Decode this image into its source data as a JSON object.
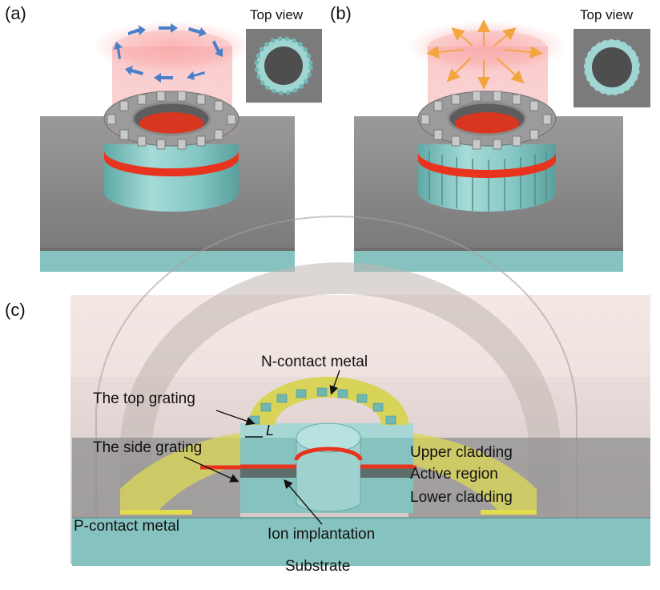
{
  "panel_a": {
    "label": "(a)",
    "inset_title": "Top view"
  },
  "panel_b": {
    "label": "(b)",
    "inset_title": "Top view"
  },
  "panel_c": {
    "label": "(c)",
    "labels": {
      "n_contact": "N-contact metal",
      "top_grating": "The top grating",
      "grating_width": "L",
      "side_grating": "The side grating",
      "upper_cladding": "Upper cladding",
      "active_region": "Active region",
      "lower_cladding": "Lower cladding",
      "p_contact": "P-contact metal",
      "ion_implantation": "Ion implantation",
      "substrate": "Substrate"
    }
  },
  "colors": {
    "substrate": "#86c3c0",
    "slab": "#8e8e8e",
    "cylinder": "#85c8c6",
    "active": "#e8341e",
    "beam": "#f39a9a",
    "metal": "#d8d45a",
    "arrow_blue": "#4a7fc9",
    "arrow_orange": "#f3a640"
  }
}
